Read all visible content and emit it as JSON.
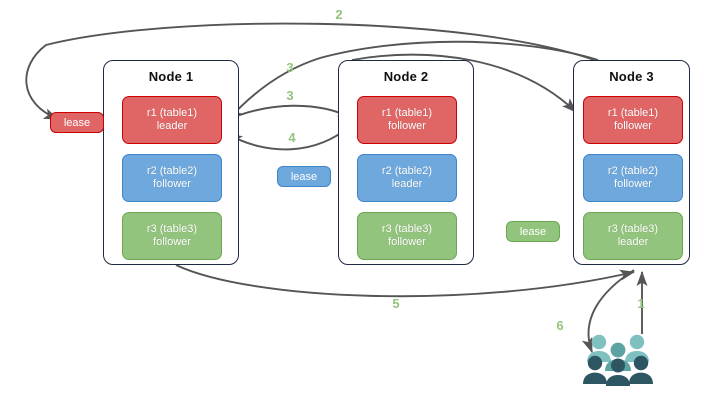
{
  "diagram": {
    "title": "Distributed range leaseholder / replica routing diagram",
    "palette": {
      "red": "#e06666",
      "red_border": "#cc0000",
      "blue": "#6fa8dc",
      "blue_border": "#3d85c8",
      "green": "#93c47d",
      "green_border": "#6aa84f",
      "arrow": "#555555",
      "node_border": "#1f2a44",
      "step_label": "#93c47d",
      "users_light": "#7fc0c0",
      "users_mid": "#5ca3a3",
      "users_dark": "#2e5662"
    }
  },
  "nodes": [
    {
      "id": "node-1",
      "title": "Node 1",
      "replicas": [
        {
          "name": "r1 (table1)",
          "role": "leader",
          "color": "red"
        },
        {
          "name": "r2 (table2)",
          "role": "follower",
          "color": "blue"
        },
        {
          "name": "r3 (table3)",
          "role": "follower",
          "color": "green"
        }
      ]
    },
    {
      "id": "node-2",
      "title": "Node 2",
      "replicas": [
        {
          "name": "r1 (table1)",
          "role": "follower",
          "color": "red"
        },
        {
          "name": "r2 (table2)",
          "role": "leader",
          "color": "blue"
        },
        {
          "name": "r3 (table3)",
          "role": "follower",
          "color": "green"
        }
      ]
    },
    {
      "id": "node-3",
      "title": "Node 3",
      "replicas": [
        {
          "name": "r1 (table1)",
          "role": "follower",
          "color": "red"
        },
        {
          "name": "r2 (table2)",
          "role": "follower",
          "color": "blue"
        },
        {
          "name": "r3 (table3)",
          "role": "leader",
          "color": "green"
        }
      ]
    }
  ],
  "leases": [
    {
      "id": "lease-r1",
      "label": "lease",
      "color": "red"
    },
    {
      "id": "lease-r2",
      "label": "lease",
      "color": "blue"
    },
    {
      "id": "lease-r3",
      "label": "lease",
      "color": "green"
    }
  ],
  "steps": [
    {
      "id": "step-1",
      "label": "1"
    },
    {
      "id": "step-2",
      "label": "2"
    },
    {
      "id": "step-3a",
      "label": "3"
    },
    {
      "id": "step-3b",
      "label": "3"
    },
    {
      "id": "step-4",
      "label": "4"
    },
    {
      "id": "step-5",
      "label": "5"
    },
    {
      "id": "step-6",
      "label": "6"
    }
  ],
  "actors": {
    "users_icon": "users-icon"
  }
}
